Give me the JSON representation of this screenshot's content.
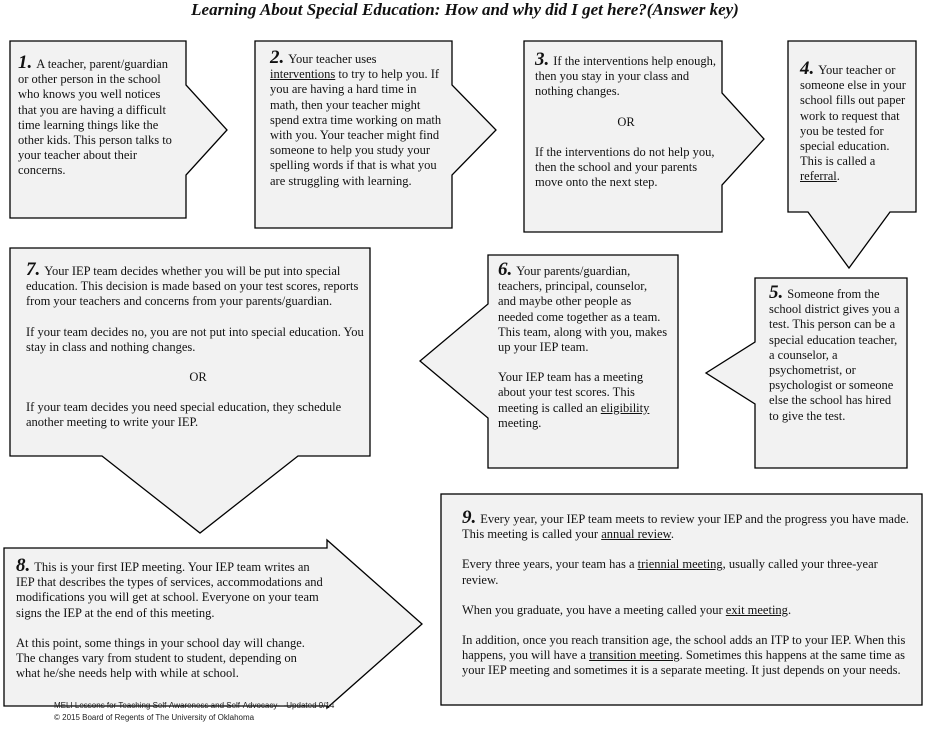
{
  "title": "Learning About Special Education: How and why did I get here?(Answer key)",
  "steps": {
    "s1": {
      "num": "1.",
      "text": "A teacher, parent/guardian or other person in the school who knows you well notices that you are having a difficult time learning things like the other kids. This person talks to your teacher about their concerns."
    },
    "s2": {
      "num": "2.",
      "pre": "Your teacher uses",
      "term": "interventions",
      "post": "to try to help you. If you are having a hard time in math, then your teacher might spend extra time working on math with you. Your teacher might find someone to help you study your spelling words if that is what you are struggling with learning."
    },
    "s3": {
      "num": "3.",
      "p1": "If the interventions help enough, then you stay in your class and nothing changes.",
      "or": "OR",
      "p2": "If the interventions do not help you, then the school and your parents move onto the next step."
    },
    "s4": {
      "num": "4.",
      "pre": "Your teacher or someone else in your school fills out paper work to request that you be tested for special education. This is called a",
      "term": "referral",
      "post": "."
    },
    "s5": {
      "num": "5.",
      "text": "Someone from the school district gives you a test. This person can be a special education teacher, a counselor, a psychometrist, or psychologist or someone else the school has hired to give the test."
    },
    "s6": {
      "num": "6.",
      "p1": "Your parents/guardian, teachers, principal, counselor, and maybe other people as needed come together as a team. This team, along with you, makes up your IEP team.",
      "p2pre": "Your IEP team has a meeting about your test scores. This meeting is called an",
      "term": "eligibility",
      "p2post": "meeting."
    },
    "s7": {
      "num": "7.",
      "p1": "Your IEP team decides whether you will be put into special education. This decision is made based on your test scores, reports from your teachers and concerns from your parents/guardian.",
      "p2": "If your team decides no, you are not put into special education. You stay in class and nothing changes.",
      "or": "OR",
      "p3": "If your team decides you need special education, they schedule another meeting to write your IEP."
    },
    "s8": {
      "num": "8.",
      "p1": "This is your first IEP meeting. Your IEP team writes an IEP that describes the types of services, accommodations and modifications you will get at school. Everyone on your team signs the IEP at the end of this meeting.",
      "p2": "At this point, some things in your school day will change.  The changes vary from student to student, depending on what he/she needs help with while at school."
    },
    "s9": {
      "num": "9.",
      "p1pre": "Every year, your IEP team meets to review your IEP and the progress you have made. This meeting is called your",
      "p1term": "annual review",
      "p1post": ".",
      "p2pre": "Every three years, your team has a",
      "p2term": "triennial meeting",
      "p2post": ", usually called your three-year review.",
      "p3pre": "When you graduate, you have a meeting called your",
      "p3term": "exit meeting",
      "p3post": ".",
      "p4pre": "In addition, once you reach transition age, the school adds an ITP to your IEP. When this happens, you will have a",
      "p4term": "transition meeting",
      "p4post": ". Sometimes this happens at the same time as your IEP meeting and sometimes it is a separate meeting. It just depends on your needs."
    }
  },
  "footer": {
    "line1": "MELI Lessons for Teaching Self-Awareness and Self-Advocacy – Updated 9/14",
    "line2": "© 2015 Board of Regents of The University of Oklahoma"
  }
}
